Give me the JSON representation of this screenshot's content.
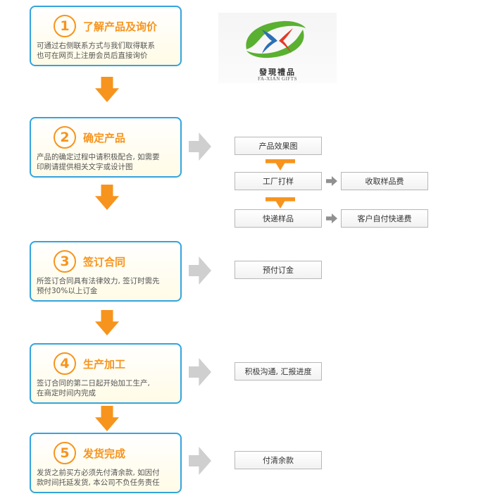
{
  "logo": {
    "name": "發現禮品",
    "sub": "FA-XIAN GIFTS",
    "colors": {
      "green": "#5ab030",
      "blue": "#2b6fb6",
      "red": "#e23a2c"
    }
  },
  "accent_color": "#f7941d",
  "border_color": "#33a4dd",
  "steps": [
    {
      "num": "1",
      "title": "了解产品及询价",
      "desc1": "可通过右侧联系方式与我们取得联系",
      "desc2": "也可在网页上注册会员后直接询价"
    },
    {
      "num": "2",
      "title": "确定产品",
      "desc1": "产品的确定过程中请积极配合, 如需要",
      "desc2": "印刷请提供相关文字或设计图"
    },
    {
      "num": "3",
      "title": "签订合同",
      "desc1": "所签订合同具有法律效力, 签订时需先",
      "desc2": "预付30%以上订金"
    },
    {
      "num": "4",
      "title": "生产加工",
      "desc1": "签订合同的第二日起开始加工生产,",
      "desc2": "在商定时间内完成"
    },
    {
      "num": "5",
      "title": "发货完成",
      "desc1": "发货之前买方必须先付清余款, 如因付",
      "desc2": "款时间托延发货, 本公司不负任务责任"
    }
  ],
  "boxes": {
    "effect": "产品效果图",
    "factory": "工厂打样",
    "fee": "收取样品费",
    "express": "快递样品",
    "customer": "客户自付快递费",
    "deposit": "预付订金",
    "progress": "积极沟通, 汇报进度",
    "balance": "付清余款"
  }
}
